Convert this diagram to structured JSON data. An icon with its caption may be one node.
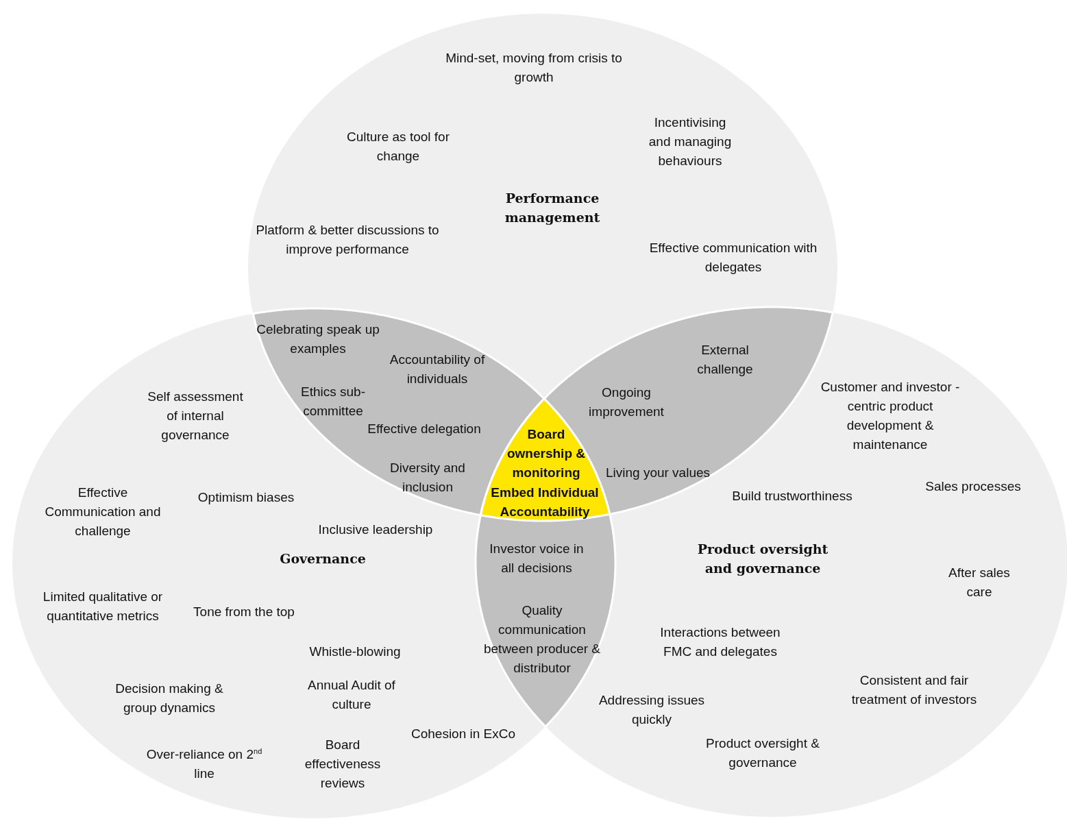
{
  "diagram": {
    "nodes": [
      {
        "text": [
          "Mind-set, moving from crisis to growth",
          "Culture as tool for change",
          "Incentivising and managing behaviours",
          "Performance management",
          "Platform & better discussions to improve performance",
          "Effective communication with delegates"
        ]
      },
      {
        "text": [
          "Self assessment of internal governance",
          "Effective Communication and challenge",
          "Optimism biases",
          "Inclusive leadership",
          "Governance",
          "Limited qualitative or quantitative metrics",
          "Tone from the top",
          "Whistle-blowing",
          "Decision making & group dynamics",
          "Annual Audit of culture",
          "Cohesion in ExCo",
          "Over-reliance on 2$^{nd}$ line",
          "Board effectiveness reviews"
        ]
      },
      {
        "text": [
          "Customer and investor - centric product development & maintenance",
          "Build trustworthiness",
          "Sales processes",
          "Product oversight and governance",
          "After sales care",
          "Interactions between FMC and delegates",
          "Consistent and fair treatment of investors",
          "Addressing issues quickly",
          "Product oversight & governance"
        ]
      },
      {
        "text": [
          "Celebrating speak up examples",
          "Accountability of individuals",
          "Ethics sub-committee",
          "Effective delegation",
          "Diversity and inclusion"
        ]
      },
      {
        "text": [
          "External challenge",
          "Ongoing improvement",
          "Living your values"
        ]
      },
      {
        "text": [
          "Investor voice in all decisions",
          "Quality communication between producer & distributor"
        ]
      },
      {
        "text": [
          "Board ownership & monitoring",
          "Embed Individual Accountability"
        ]
      }
    ],
    "edges": []
  }
}
